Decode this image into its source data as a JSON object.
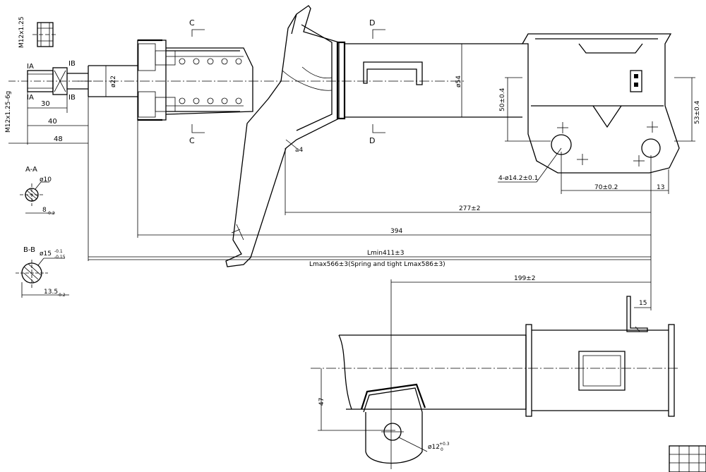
{
  "labels": {
    "thread_top": "M12x1.25",
    "thread_side": "M12x1.25-6g",
    "sec_a": "IA",
    "sec_b": "IB",
    "d30": "30",
    "d40": "40",
    "d48": "48",
    "aa_title": "A-A",
    "aa_dia": "ø10",
    "aa_flat": "8",
    "aa_flat_tol": "-0.2",
    "bb_title": "B-B",
    "bb_dia": "ø15",
    "bb_dia_tol_hi": "-0.1",
    "bb_dia_tol_lo": "-0.15",
    "bb_flat": "13.5",
    "bb_flat_tol": "-0.2",
    "cut_c": "C",
    "cut_d": "D",
    "rod_dia": "ø22",
    "body_dia": "ø54",
    "h50": "50±0.4",
    "h53": "53±0.4",
    "holes": "4-ø14.2±0.1",
    "w70": "70±0.2",
    "w13": "13",
    "d277": "277±2",
    "d394": "394",
    "lmin": "Lmin411±3",
    "lmax": "Lmax566±3(Spring and tight Lmax586±3)",
    "d199": "199±2",
    "d15": "15",
    "d47": "47",
    "hole12": "ø12",
    "hole12_tol": "+0.3",
    "hole12_tol2": "0",
    "weld": "a4"
  }
}
